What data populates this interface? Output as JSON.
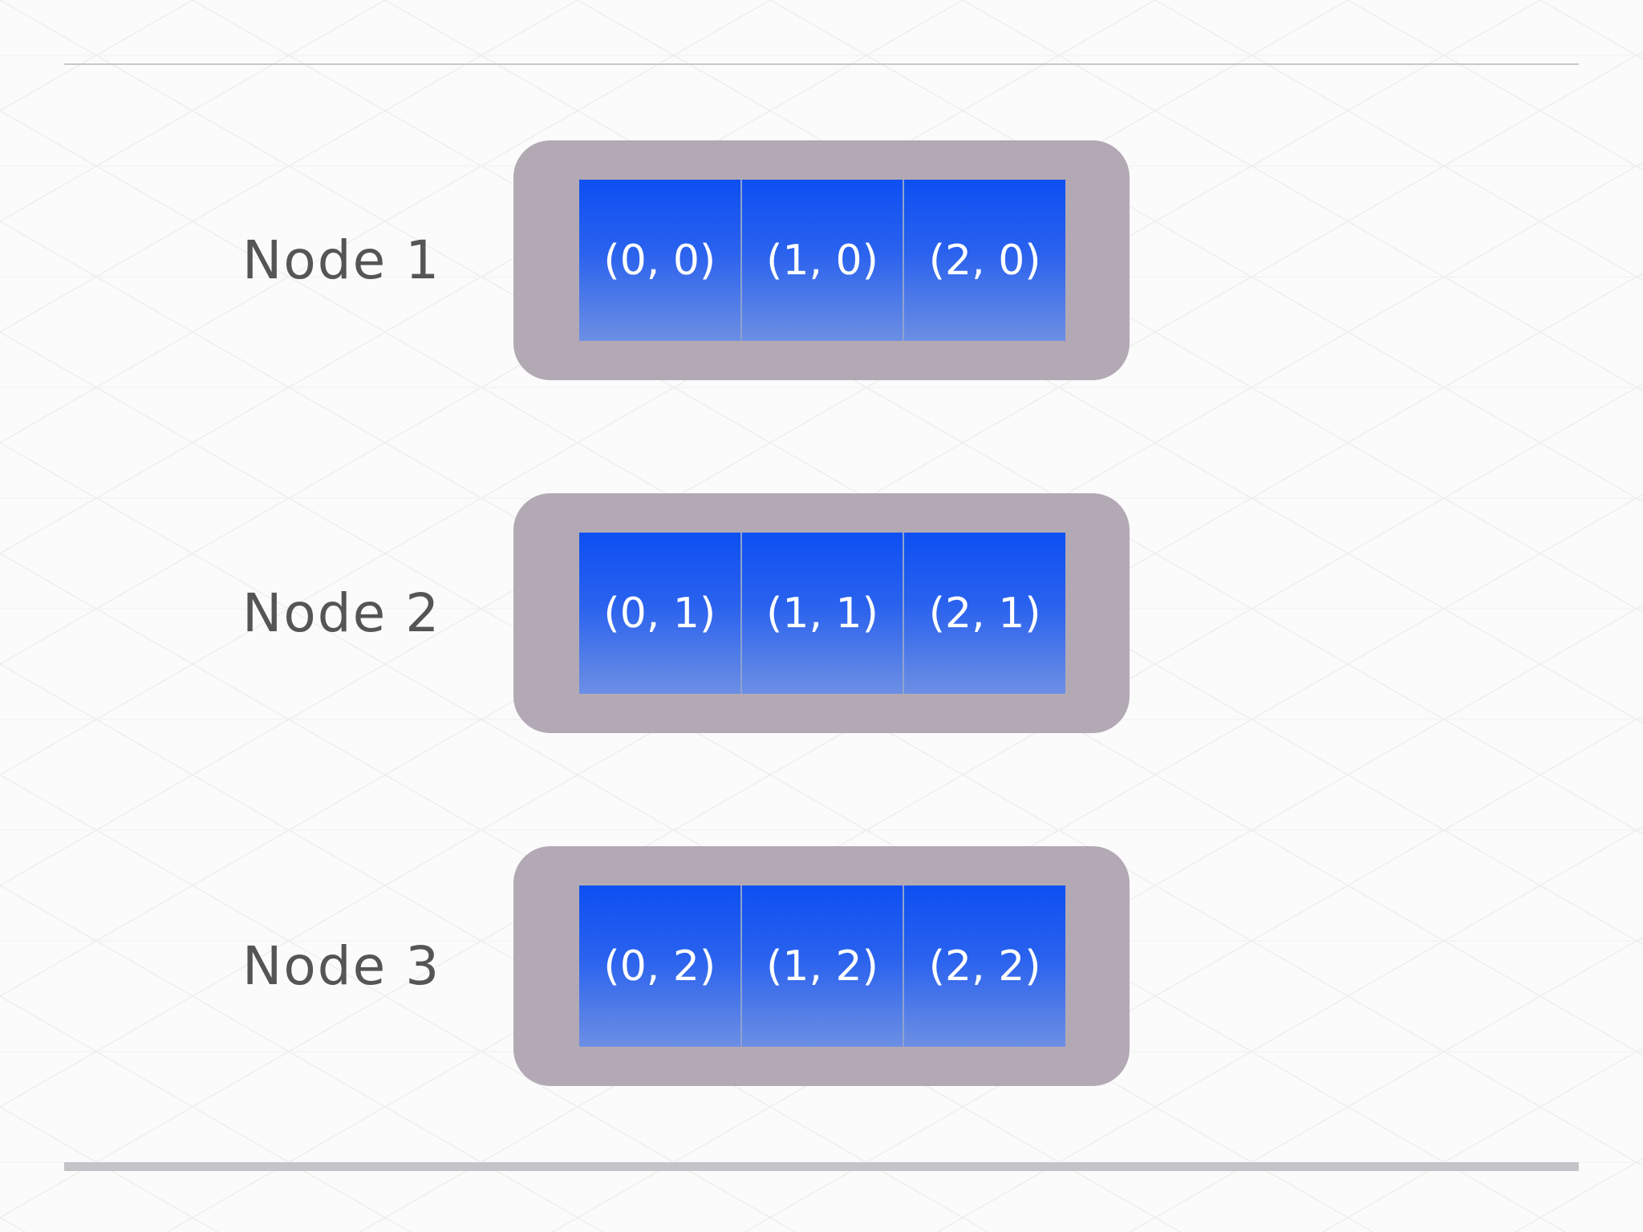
{
  "nodes": [
    {
      "label": "Node 1",
      "cells": [
        "(0, 0)",
        "(1, 0)",
        "(2, 0)"
      ]
    },
    {
      "label": "Node 2",
      "cells": [
        "(0, 1)",
        "(1, 1)",
        "(2, 1)"
      ]
    },
    {
      "label": "Node 3",
      "cells": [
        "(0, 2)",
        "(1, 2)",
        "(2, 2)"
      ]
    }
  ],
  "colors": {
    "background": "#fbfbfb",
    "node_box": "#b3a9b5",
    "cell_top": "#0d4ff2",
    "cell_bottom": "#6c8fe4",
    "label_text": "#555555",
    "cell_text": "#ffffff"
  }
}
